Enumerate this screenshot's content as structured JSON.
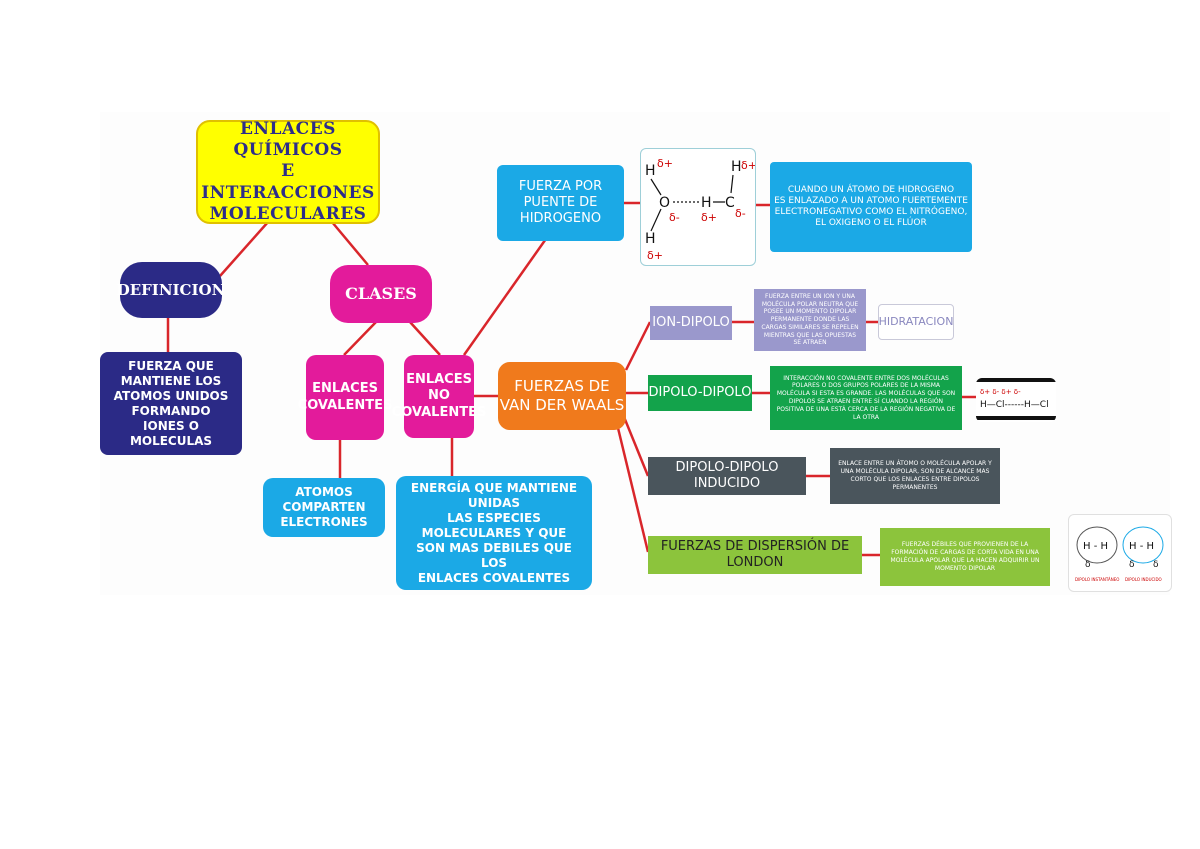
{
  "title": "ENLACES QUÍMICOS\nE INTERACCIONES\nMOLECULARES",
  "definicion": {
    "label": "DEFINICION",
    "text": "FUERZA QUE MANTIENE LOS\nATOMOS UNIDOS FORMANDO\nIONES O MOLECULAS"
  },
  "clases": {
    "label": "CLASES"
  },
  "covalentes": {
    "label": "ENLACES\nCOVALENTES",
    "text": "ATOMOS COMPARTEN\nELECTRONES"
  },
  "no_covalentes": {
    "label": "ENLACES\nNO\nCOVALENTES",
    "text": "ENERGÍA  QUE MANTIENE UNIDAS\nLAS ESPECIES MOLECULARES Y QUE\nSON MAS DEBILES QUE LOS\nENLACES COVALENTES"
  },
  "puente_hidrogeno": {
    "label": "FUERZA POR\nPUENTE DE\nHIDROGENO",
    "text": "CUANDO UN ÁTOMO DE HIDROGENO\nES ENLAZADO  A UN ATOMO FUERTEMENTE\nELECTRONEGATIVO COMO EL NITRÓGENO,\nEL OXIGENO  O EL FLÚOR"
  },
  "van_der_waals": {
    "label": "FUERZAS DE\nVAN DER WAALS"
  },
  "ion_dipolo": {
    "label": "ION-DIPOLO",
    "text": "FUERZA ENTRE UN ION Y UNA MOLÉCULA POLAR NEUTRA QUE POSEE UN MOMENTO DIPOLAR PERMANENTE DONDE LAS CARGAS SIMILARES SE REPELEN MIENTRAS QUE LAS OPUESTAS SE ATRAEN",
    "extra": "HIDRATACION"
  },
  "dipolo_dipolo": {
    "label": "DIPOLO-DIPOLO",
    "text": "INTERACCIÓN NO COVALENTE ENTRE DOS MOLÉCULAS POLARES O DOS GRUPOS POLARES DE LA MISMA MOLÉCULA SI ESTA ES GRANDE. LAS MOLÉCULAS QUE SON DIPOLOS SE ATRAEN ENTRE SÍ CUANDO LA REGIÓN POSITIVA DE UNA ESTÁ CERCA DE LA REGIÓN NEGATIVA DE LA OTRA"
  },
  "dipolo_inducido": {
    "label": "DIPOLO-DIPOLO INDUCIDO",
    "text": "ENLACE ENTRE UN ÁTOMO O MOLÉCULA APOLAR Y UNA MOLÉCULA DIPOLAR, SON DE ALCANCE MAS CORTO QUE LOS ENLACES ENTRE DIPOLOS PERMANENTES"
  },
  "london": {
    "label": "FUERZAS DE DISPERSIÓN DE LONDON",
    "text": "FUERZAS DÉBILES QUE PROVIENEN DE LA FORMACIÓN DE CARGAS DE CORTA VIDA EN UNA MOLÉCULA APOLAR QUE LA HACEN ADQUIRIR UN MOMENTO DIPOLAR"
  },
  "chem_hbond": {
    "d1": "δ+",
    "d2": "δ-",
    "d3": "δ+",
    "d4": "δ+",
    "d5": "δ-",
    "d6": "δ+",
    "h": "H",
    "o": "O",
    "c": "C"
  },
  "chem_hcl": {
    "top": "δ+  δ-          δ+  δ-",
    "mid": "H—Cl------H—Cl"
  },
  "chem_h2": {
    "mol": "H - H",
    "d": "δ",
    "l1": "DIPOLO INSTANTÁNEO",
    "l2": "DIPOLO INDUCIDO"
  },
  "colors": {
    "yellow": "#ffff00",
    "navy": "#2b2a86",
    "pink": "#e31b9b",
    "cyan": "#1ba9e6",
    "orange": "#f07a1c",
    "lavender": "#9a98cc",
    "green": "#13a34b",
    "slate": "#4a555c",
    "lime": "#8cc43c",
    "connector": "#d9262b"
  }
}
